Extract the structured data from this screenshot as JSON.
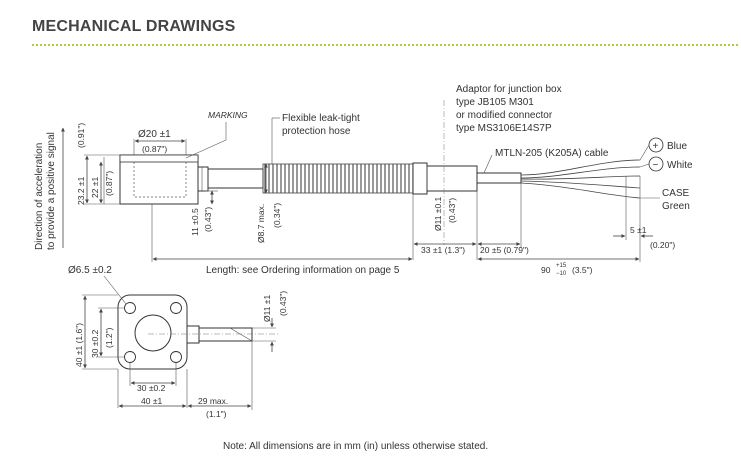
{
  "section_title": "MECHANICAL DRAWINGS",
  "side_view": {
    "direction_text_line1": "Direction of acceleration",
    "direction_text_line2": "to provide a positive signal",
    "marking_label": "MARKING",
    "hose_label_line1": "Flexible leak-tight",
    "hose_label_line2": "protection hose",
    "adaptor_line1": "Adaptor for junction box",
    "adaptor_line2": "type JB105 M301",
    "adaptor_line3": "or modified connector",
    "adaptor_line4": "type MS3106E14S7P",
    "cable_label": "MTLN-205 (K205A) cable",
    "wire_blue": "Blue",
    "wire_white": "White",
    "wire_case_line1": "CASE",
    "wire_case_line2": "Green",
    "plus_symbol": "+",
    "minus_symbol": "−",
    "dim_diameter_20": "Ø20 ±1",
    "dim_diameter_20_in": "(0.87\")",
    "dim_height_23": "23.2 ±1",
    "dim_height_23_in": "(0.91\")",
    "dim_height_22": "22 ±1",
    "dim_height_22_in": "(0.87\")",
    "dim_11_5": "11 ±0.5",
    "dim_11_5_in": "(0.43\")",
    "dim_hose_dia": "Ø8.7 max.",
    "dim_hose_dia_in": "(0.34\")",
    "dim_adaptor_dia": "Ø11 ±0.1",
    "dim_adaptor_dia_in": "(0.43\")",
    "dim_33": "33 ±1 (1.3\")",
    "dim_20": "20 ±5 (0.79\")",
    "dim_5": "5 ±1",
    "dim_5_in": "(0.20\")",
    "dim_90": "90",
    "dim_90_sup": "+15",
    "dim_90_sub": "−10",
    "dim_90_in": "(3.5\")",
    "length_text": "Length: see Ordering information on page 5"
  },
  "top_view": {
    "dim_hole": "Ø6.5 ±0.2",
    "dim_40_v": "40 ±1 (1.6\")",
    "dim_30_v": "30 ±0.2",
    "dim_30_v_in": "(1.2\")",
    "dim_30_h": "30 ±0.2",
    "dim_40_h": "40 ±1",
    "dim_29": "29 max.",
    "dim_29_in": "(1.1\")",
    "dim_11": "Ø11 ±1",
    "dim_11_in": "(0.43\")"
  },
  "note": "Note: All dimensions are in mm (in) unless otherwise stated.",
  "colors": {
    "accent_divider": "#b8c832",
    "line": "#444444"
  }
}
